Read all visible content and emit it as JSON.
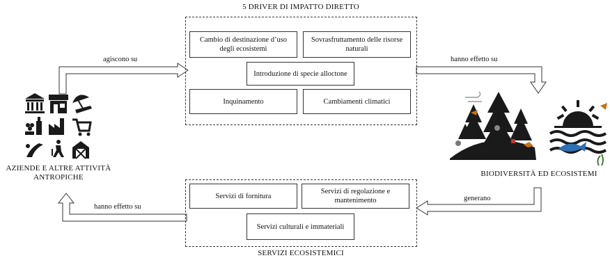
{
  "top_group": {
    "title": "5 DRIVER DI IMPATTO DIRETTO",
    "boxes": [
      "Cambio di destinazione d’uso degli ecosistemi",
      "Sovrasfruttamento delle risorse naturali",
      "Introduzione di specie alloctone",
      "Inquinamento",
      "Cambiamenti climatici"
    ]
  },
  "bottom_group": {
    "title": "SERVIZI ECOSISTEMICI",
    "boxes": [
      "Servizi di fornitura",
      "Servizi di regolazione e mantenimento",
      "Servizi culturali e immateriali"
    ]
  },
  "left_node": {
    "label": "AZIENDE E ALTRE ATTIVITÀ ANTROPICHE"
  },
  "right_node": {
    "label": "BIODIVERSITÀ ED ECOSISTEMI"
  },
  "arrows": {
    "left_to_top": "agiscono su",
    "top_to_right": "hanno effetto su",
    "right_to_bottom": "generano",
    "bottom_to_left": "hanno effetto su"
  },
  "colors": {
    "line": "#333333",
    "icon": "#1a1a1a",
    "water": "#1a1a1a",
    "fish": "#2f6fb3",
    "bird": "#c8721a"
  }
}
